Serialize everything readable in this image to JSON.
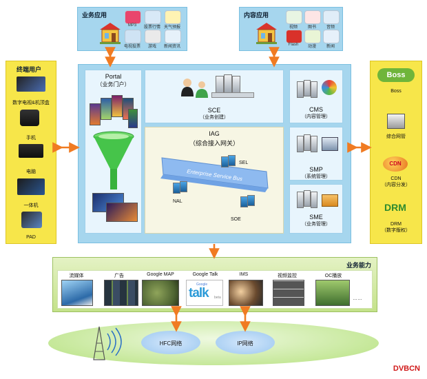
{
  "business_apps": {
    "title": "业务应用",
    "items": [
      "MP3",
      "股票行情",
      "天气预报",
      "电视投票",
      "游戏",
      "新闻资讯"
    ]
  },
  "content_apps": {
    "title": "内容应用",
    "items": [
      "视频",
      "图书",
      "音频",
      "Flash",
      "动漫",
      "新闻"
    ]
  },
  "terminal_users": {
    "title": "终端用户",
    "items": [
      "数字电视&机顶盒",
      "手机",
      "电脑",
      "一体机",
      "PAD"
    ]
  },
  "portal": {
    "name": "Portal",
    "sub": "（业务门户）"
  },
  "sce": {
    "name": "SCE",
    "sub": "（业务创建）"
  },
  "cms": {
    "name": "CMS",
    "sub": "（内容管理）"
  },
  "smp": {
    "name": "SMP",
    "sub": "（系统管理）"
  },
  "sme": {
    "name": "SME",
    "sub": "（业务管理）"
  },
  "iag": {
    "name": "IAG",
    "sub": "（综合接入网关）"
  },
  "iag_nodes": {
    "sel": "SEL",
    "nal": "NAL",
    "soe": "SOE"
  },
  "esb": {
    "label": "Enterprise Service Bus"
  },
  "right_panel": {
    "boss_logo": "Boss",
    "boss": "Boss",
    "integrated": "综合网管",
    "cdn_logo": "CDN",
    "cdn": "CDN\n（内容分发）",
    "drm_logo": "DRM",
    "drm": "DRM\n（数字版权）"
  },
  "capability": {
    "title": "业务能力",
    "items": [
      "流媒体",
      "广告",
      "Google MAP",
      "Google Talk",
      "IMS",
      "视频监控",
      "OC播放"
    ],
    "talk_logo": "talk",
    "talk_google": "Google",
    "talk_beta": "beta",
    "more": "……"
  },
  "networks": {
    "hfc": "HFC网络",
    "ip": "IP网络"
  },
  "watermark": "DVBCN",
  "colors": {
    "accent_orange": "#f07b22",
    "panel_blue": "#a6d6ee",
    "panel_yellow": "#f7e64a",
    "panel_green": "#cfe89a"
  }
}
